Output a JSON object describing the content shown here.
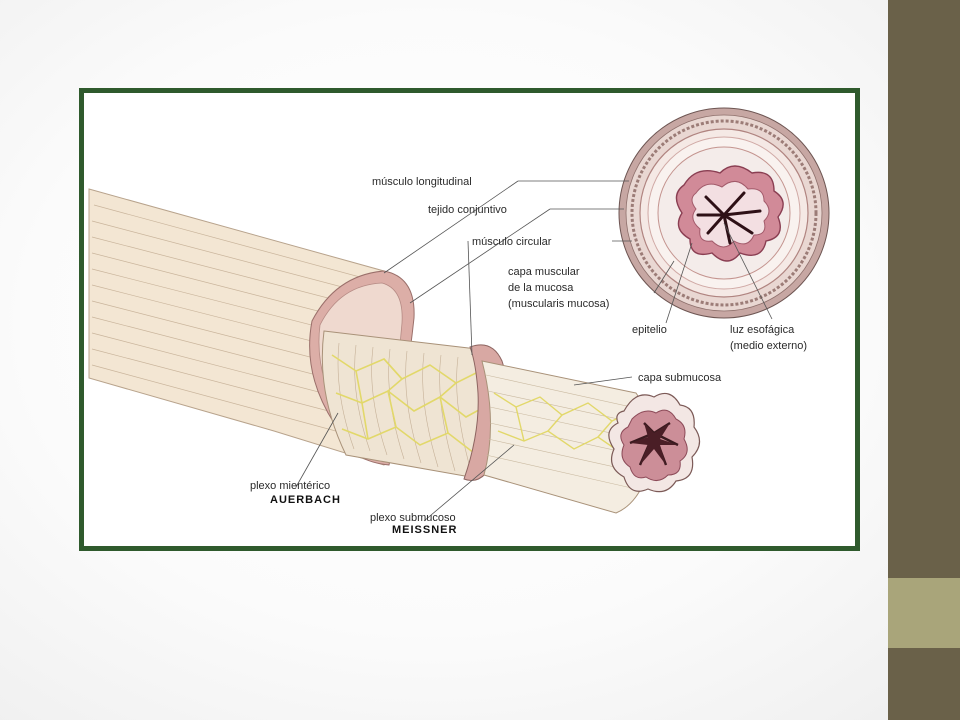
{
  "slide": {
    "colors": {
      "frame_border": "#2f5a2d",
      "side_bar_dark": "#6a6149",
      "side_bar_light": "#a9a57a",
      "muscle_fiber": "#f1e3cf",
      "muscle_pink": "#d9a7a5",
      "plexus_yellow": "#e6e07a",
      "mucosa_red": "#b6526a"
    }
  },
  "figure": {
    "labels": {
      "musculo_longitudinal": "músculo longitudinal",
      "tejido_conjuntivo": "tejido conjuntivo",
      "musculo_circular": "músculo circular",
      "capa_muscular_1": "capa muscular",
      "capa_muscular_2": "de la mucosa",
      "capa_muscular_3": "(muscularis mucosa)",
      "epitelio": "epitelio",
      "luz_1": "luz esofágica",
      "luz_2": "(medio externo)",
      "capa_submucosa": "capa submucosa",
      "plexo_mienterico": "plexo mientérico",
      "auerbach": "AUERBACH",
      "plexo_submucoso": "plexo submucoso",
      "meissner": "MEISSNER"
    }
  }
}
